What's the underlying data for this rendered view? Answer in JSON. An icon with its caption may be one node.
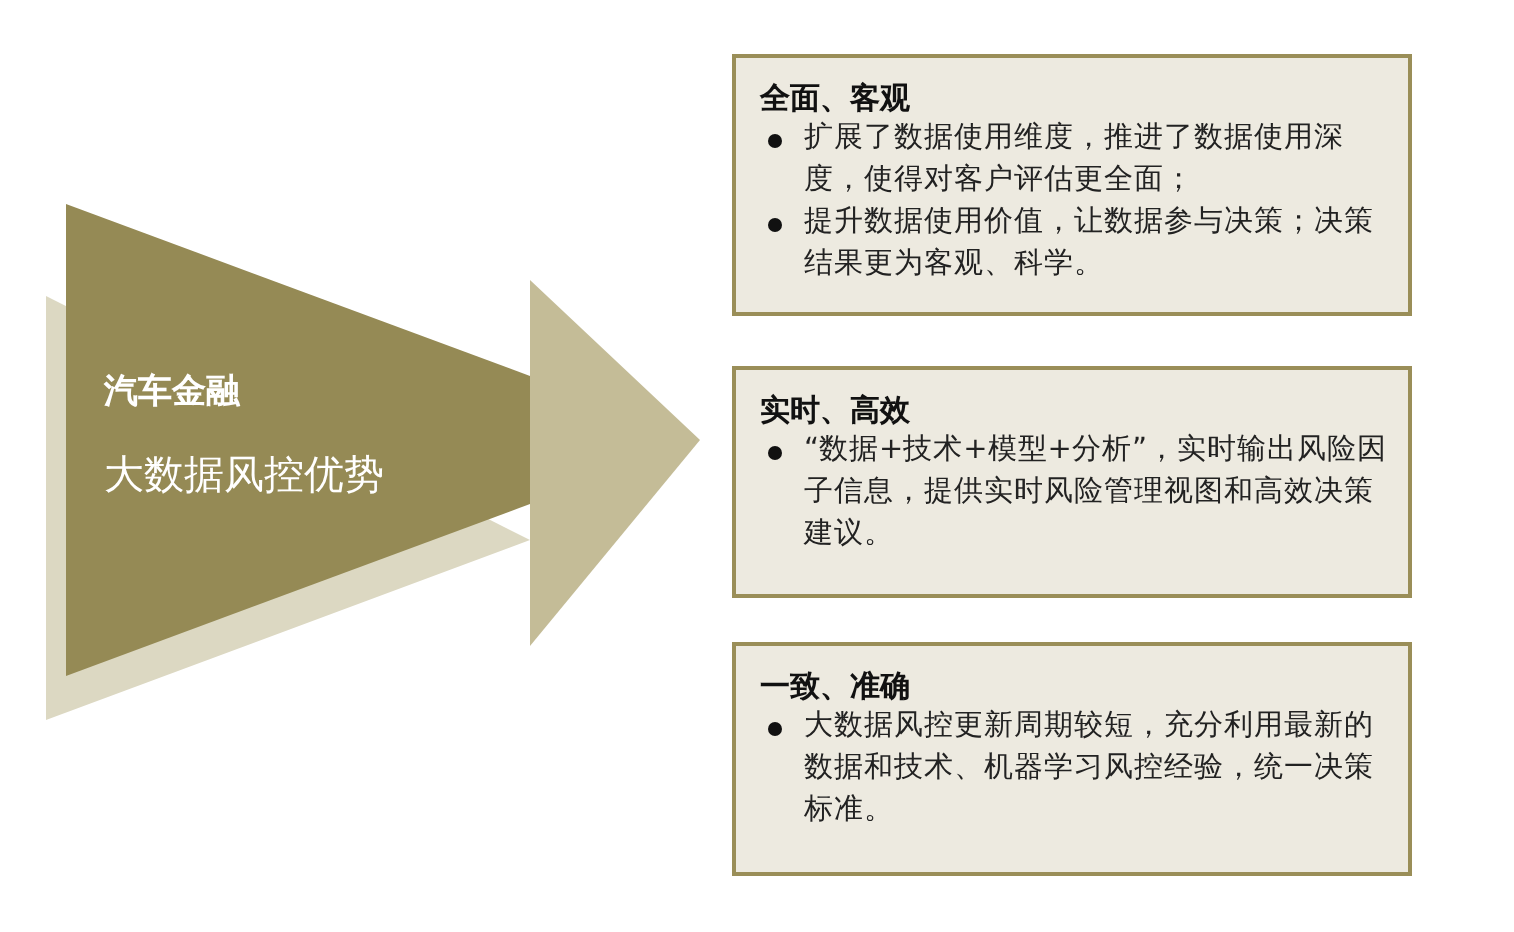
{
  "diagram": {
    "nodes": [
      {
        "text": [
          "汽车金融",
          "大数据风控优势"
        ]
      },
      {
        "text": [
          "全面、客观",
          "扩展了数据使用维度，推进了数据使用深度，使得对客户评估更全面；",
          "提升数据使用价值，让数据参与决策；决策结果更为客观、科学。"
        ]
      },
      {
        "text": [
          "实时、高效",
          "“数据+技术+模型+分析”，实时输出风险因子信息，提供实时风险管理视图和高效决策建议。"
        ]
      },
      {
        "text": [
          "一致、准确",
          "大数据风控更新周期较短，充分利用最新的数据和技术、机器学习风控经验，统一决策标准。"
        ]
      }
    ],
    "edges": [
      {
        "from": 0,
        "to": 2,
        "arrow": "to"
      }
    ]
  }
}
